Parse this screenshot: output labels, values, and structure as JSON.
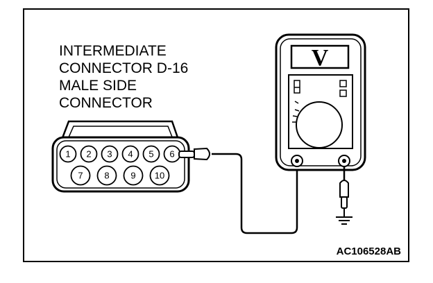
{
  "connector_label": {
    "lines": [
      "INTERMEDIATE",
      "CONNECTOR D-16",
      "MALE SIDE",
      "CONNECTOR"
    ]
  },
  "connector": {
    "pins_top": [
      "1",
      "2",
      "3",
      "4",
      "5",
      "6"
    ],
    "pins_bottom": [
      "7",
      "8",
      "9",
      "10"
    ]
  },
  "meter": {
    "display_letter": "V"
  },
  "figure_code": "AC106528AB"
}
